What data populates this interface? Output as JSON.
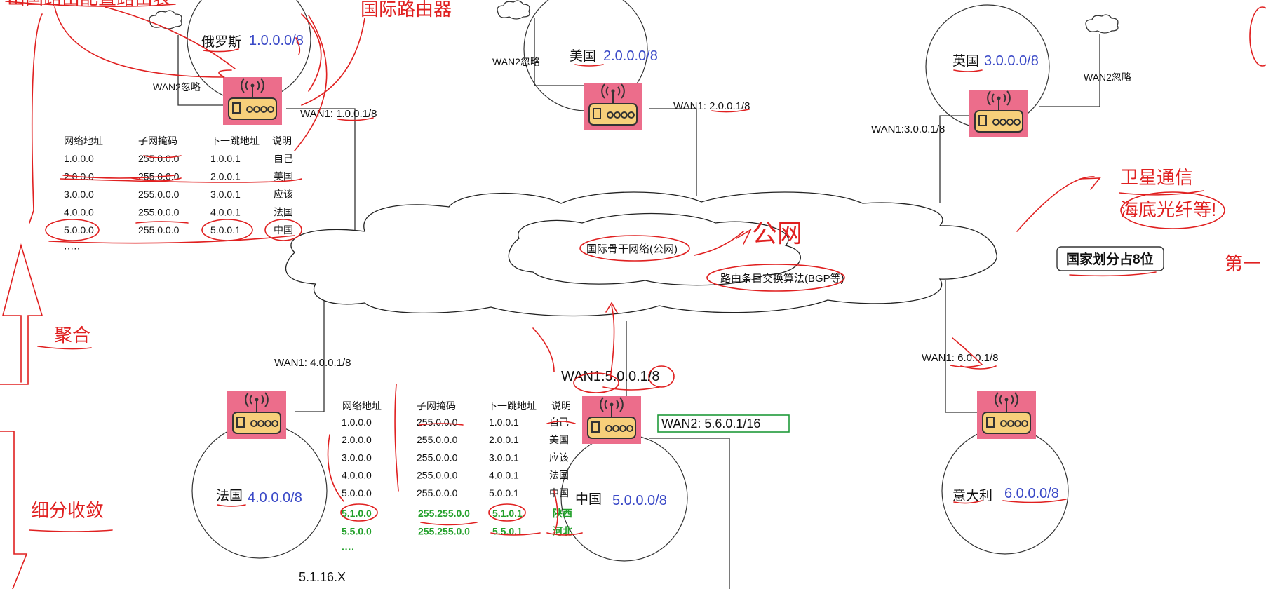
{
  "top_left_cut_label": "出国路由配置路由表",
  "intl_router_label": "国际路由器",
  "satellite_label": "卫星通信",
  "cable_label": "海底光纤等!",
  "public_net_label": "公网",
  "aggregation_label": "聚合",
  "subdivision_label": "细分收敛",
  "right_edge_label": "第一",
  "country_bits_badge": "国家划分占8位",
  "cloud": {
    "backbone": "国际骨干网络(公网)",
    "bgp": "路由条目交换算法(BGP等)"
  },
  "countries": {
    "russia": {
      "name": "俄罗斯",
      "net": "1.0.0.0/8"
    },
    "usa": {
      "name": "美国",
      "net": "2.0.0.0/8"
    },
    "uk": {
      "name": "英国",
      "net": "3.0.0.0/8"
    },
    "france": {
      "name": "法国",
      "net": "4.0.0.0/8"
    },
    "china": {
      "name": "中国",
      "net": "5.0.0.0/8"
    },
    "italy": {
      "name": "意大利",
      "net": "6.0.0.0/8"
    }
  },
  "links": {
    "russia_wan1": "WAN1:  1.0.0.1/8",
    "russia_wan2": "WAN2忽略",
    "usa_wan1": "WAN1: 2.0.0.1/8",
    "usa_wan2": "WAN2忽略",
    "uk_wan1": "WAN1:3.0.0.1/8",
    "uk_wan2": "WAN2忽略",
    "france_wan1": "WAN1: 4.0.0.1/8",
    "china_wan1": "WAN1:5.0.0.1/8",
    "china_wan2": "WAN2: 5.6.0.1/16",
    "italy_wan1": "WAN1: 6.0.0.1/8"
  },
  "bottom_host": "5.1.16.X",
  "route_table_headers": [
    "网络地址",
    "子网掩码",
    "下一跳地址",
    "说明"
  ],
  "russia_routes": [
    [
      "1.0.0.0",
      "255.0.0.0",
      "1.0.0.1",
      "自己"
    ],
    [
      "2.0.0.0",
      "255.0.0.0",
      "2.0.0.1",
      "美国"
    ],
    [
      "3.0.0.0",
      "255.0.0.0",
      "3.0.0.1",
      "应该"
    ],
    [
      "4.0.0.0",
      "255.0.0.0",
      "4.0.0.1",
      "法国"
    ],
    [
      "5.0.0.0",
      "255.0.0.0",
      "5.0.0.1",
      "中国"
    ],
    [
      "·····",
      "",
      "",
      ""
    ]
  ],
  "china_routes": [
    [
      "1.0.0.0",
      "255.0.0.0",
      "1.0.0.1",
      "自己"
    ],
    [
      "2.0.0.0",
      "255.0.0.0",
      "2.0.0.1",
      "美国"
    ],
    [
      "3.0.0.0",
      "255.0.0.0",
      "3.0.0.1",
      "应该"
    ],
    [
      "4.0.0.0",
      "255.0.0.0",
      "4.0.0.1",
      "法国"
    ],
    [
      "5.0.0.0",
      "255.0.0.0",
      "5.0.0.1",
      "中国"
    ]
  ],
  "china_sub_routes": [
    [
      "5.1.0.0",
      "255.255.0.0",
      "5.1.0.1",
      "陕西"
    ],
    [
      "5.5.0.0",
      "255.255.0.0",
      "5.5.0.1",
      "河北"
    ],
    [
      "····",
      "",
      "",
      ""
    ]
  ],
  "colors": {
    "router_fill": "#ec6d8b",
    "annotation_red": "#e02020",
    "net_blue": "#3a49c7",
    "route_green": "#22a02a",
    "wan2_box": "#1f9a3a"
  }
}
